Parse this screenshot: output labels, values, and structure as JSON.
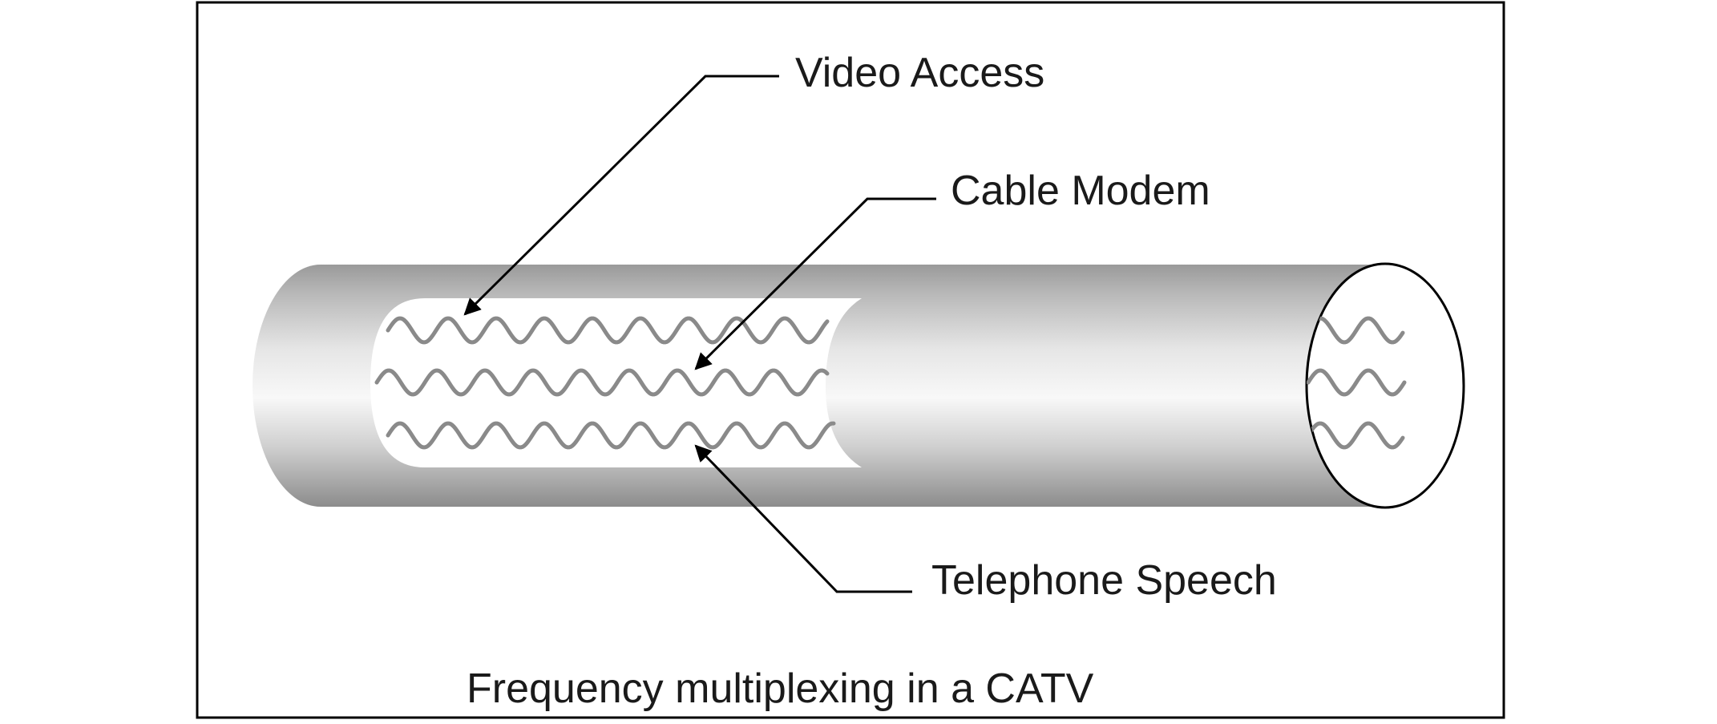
{
  "labels": {
    "video_access": "Video Access",
    "cable_modem": "Cable Modem",
    "telephone_speech": "Telephone Speech"
  },
  "caption": "Frequency multiplexing in a CATV",
  "colors": {
    "frame": "#000000",
    "cable_light": "#f2f2f2",
    "cable_dark": "#8e8e8e",
    "wave": "#8a8a8a",
    "leader": "#000000"
  }
}
